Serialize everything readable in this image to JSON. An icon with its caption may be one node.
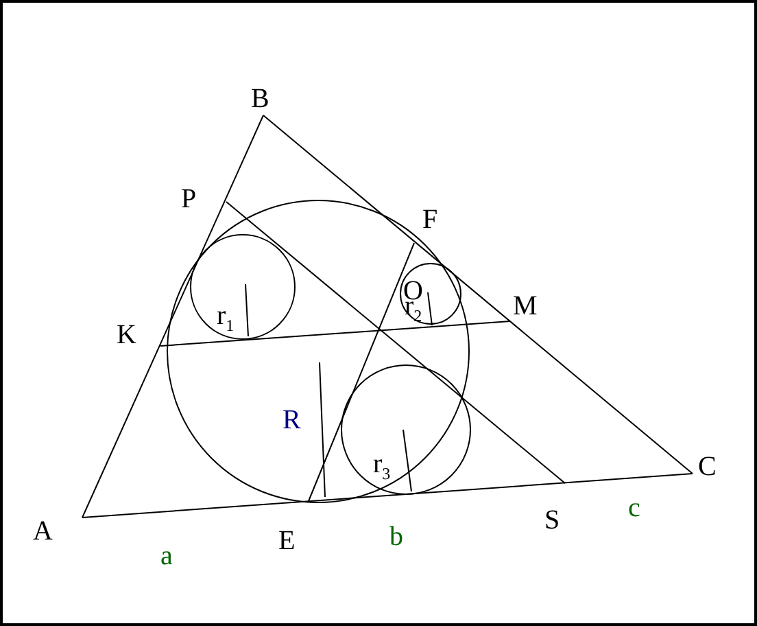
{
  "diagram": {
    "labels": [
      "B",
      "P",
      "F",
      "O",
      "M",
      "K",
      "C",
      "A",
      "E",
      "S",
      "a",
      "b",
      "c",
      "R",
      "r$_{1}$",
      "r$_{2}$",
      "r$_{3}$"
    ]
  }
}
